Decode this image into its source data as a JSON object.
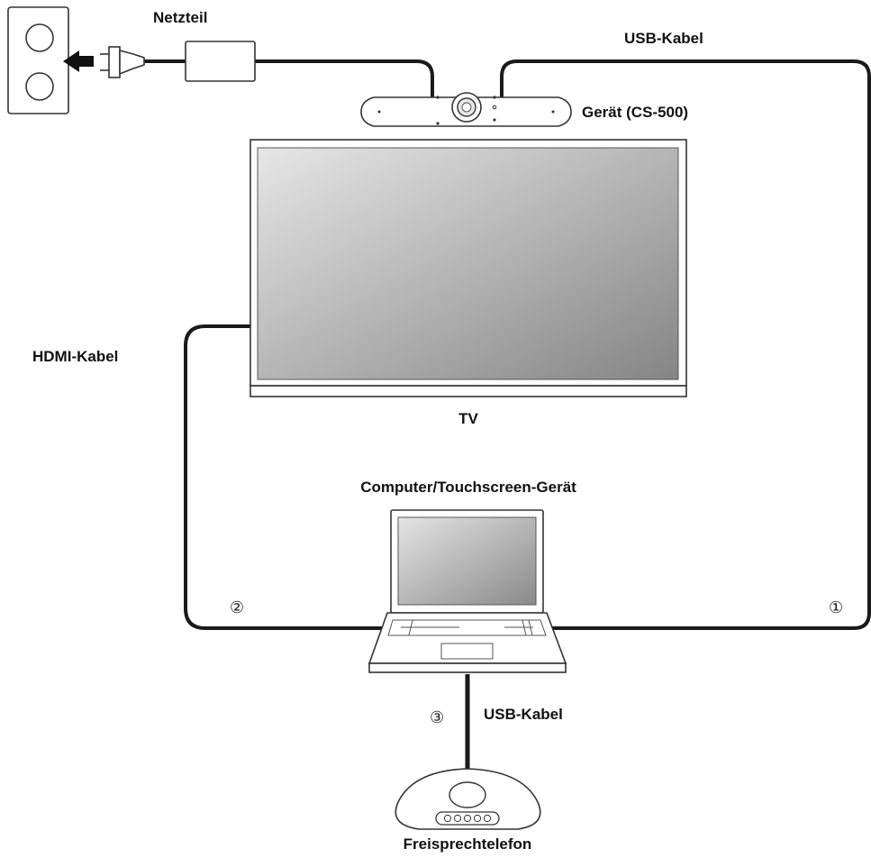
{
  "labels": {
    "power_adapter": "Netzteil",
    "usb_cable_top": "USB-Kabel",
    "device": "Gerät (CS-500)",
    "hdmi_cable": "HDMI-Kabel",
    "tv": "TV",
    "computer": "Computer/Touchscreen-Gerät",
    "usb_cable_bottom": "USB-Kabel",
    "speakerphone": "Freisprechtelefon"
  },
  "markers": {
    "one": "①",
    "two": "②",
    "three": "③"
  },
  "colors": {
    "cable": "#1a1a1a",
    "outline": "#333333",
    "screen_light": "#e2e2e2",
    "screen_dark": "#858585"
  }
}
